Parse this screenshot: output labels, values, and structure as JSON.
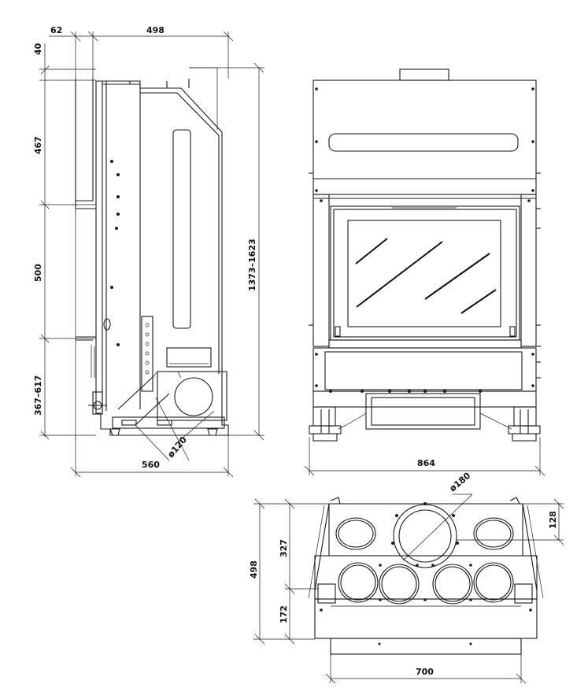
{
  "side_view": {
    "dim_top_offset": "62",
    "dim_top_width": "498",
    "dim_v_40": "40",
    "dim_v_467": "467",
    "dim_v_500": "500",
    "dim_v_367_617": "367–617",
    "dim_total_height": "1373–1623",
    "dim_depth": "560",
    "dim_outlet_diameter": "ø120"
  },
  "front_view": {
    "dim_width": "864"
  },
  "top_view": {
    "dim_flue_diameter": "ø180",
    "dim_flue_offset": "128",
    "dim_327": "327",
    "dim_498": "498",
    "dim_172": "172",
    "dim_width_700": "700"
  }
}
